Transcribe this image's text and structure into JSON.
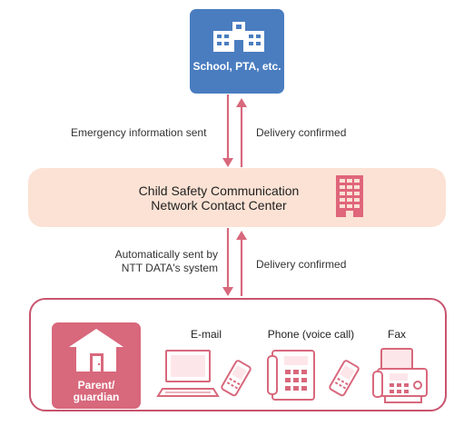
{
  "top_node": {
    "label": "School, PTA, etc."
  },
  "arrows": {
    "emergency_sent": "Emergency information sent",
    "delivery_confirmed_top": "Delivery confirmed",
    "auto_sent_line1": "Automatically sent by",
    "auto_sent_line2": "NTT DATA's system",
    "delivery_confirmed_bottom": "Delivery confirmed"
  },
  "center_node": {
    "line1": "Child Safety Communication",
    "line2": "Network Contact Center"
  },
  "recipient": {
    "line1": "Parent/",
    "line2": "guardian"
  },
  "channels": [
    {
      "label": "E-mail",
      "icons": [
        "computer-icon",
        "mobile-phone-icon"
      ]
    },
    {
      "label": "Phone (voice call)",
      "icons": [
        "desk-phone-icon",
        "mobile-phone-icon"
      ]
    },
    {
      "label": "Fax",
      "icons": [
        "fax-machine-icon"
      ]
    }
  ],
  "colors": {
    "school_blue": "#4a7dc0",
    "center_peach": "#fbe2d4",
    "accent_pink": "#c8546e",
    "house_pink": "#d8687c",
    "building_red": "#e0667a"
  }
}
